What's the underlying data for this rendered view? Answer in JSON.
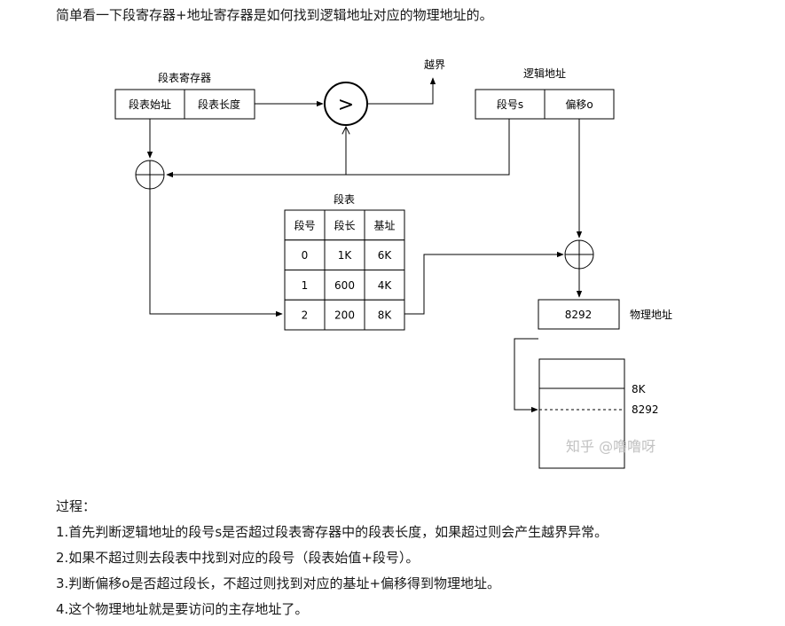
{
  "intro": "简单看一下段寄存器+地址寄存器是如何找到逻辑地址对应的物理地址的。",
  "diagram": {
    "seg_reg_title": "段表寄存器",
    "seg_reg_start": "段表始址",
    "seg_reg_length": "段表长度",
    "compare_symbol": ">",
    "overflow_label": "越界",
    "logical_title": "逻辑地址",
    "logical_seg": "段号s",
    "logical_offset": "偏移o",
    "seg_table_title": "段表",
    "seg_table_headers": [
      "段号",
      "段长",
      "基址"
    ],
    "seg_table_rows": [
      [
        "0",
        "1K",
        "6K"
      ],
      [
        "1",
        "600",
        "4K"
      ],
      [
        "2",
        "200",
        "8K"
      ]
    ],
    "physical_value": "8292",
    "physical_label": "物理地址",
    "memory_mark_8k": "8K",
    "memory_mark_8292": "8292",
    "watermark": "知乎 @噜噜呀"
  },
  "steps": {
    "title": "过程：",
    "items": [
      "1.首先判断逻辑地址的段号s是否超过段表寄存器中的段表长度，如果超过则会产生越界异常。",
      "2.如果不超过则去段表中找到对应的段号（段表始值+段号）。",
      "3.判断偏移o是否超过段长，不超过则找到对应的基址+偏移得到物理地址。",
      "4.这个物理地址就是要访问的主存地址了。"
    ]
  }
}
